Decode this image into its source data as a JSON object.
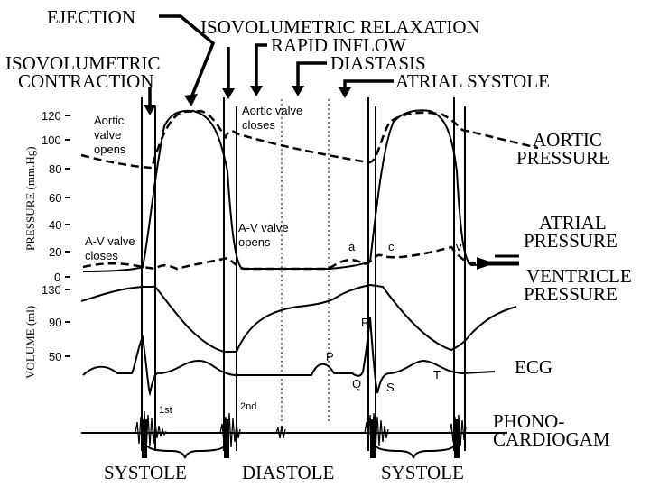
{
  "phases": {
    "ejection": "EJECTION",
    "isovolumetric_relaxation": "ISOVOLUMETRIC  RELAXATION",
    "rapid_inflow": "RAPID  INFLOW",
    "diastasis": "DIASTASIS",
    "isovolumetric_contraction_1": "ISOVOLUMETRIC",
    "isovolumetric_contraction_2": "CONTRACTION",
    "atrial_systole": "ATRIAL SYSTOLE"
  },
  "axes": {
    "pressure_label": "PRESSURE (mm.Hg)",
    "volume_label": "VOLUME (ml)",
    "pressure_ticks": [
      "120",
      "100",
      "80",
      "60",
      "40",
      "20",
      "0"
    ],
    "volume_ticks": [
      "130",
      "90",
      "50"
    ]
  },
  "annotations": {
    "aortic_valve_opens": [
      "Aortic",
      "valve",
      "opens"
    ],
    "aortic_valve_closes": [
      "Aortic valve",
      "closes"
    ],
    "av_valve_closes": [
      "A-V valve",
      "closes"
    ],
    "av_valve_opens": [
      "A-V valve",
      "opens"
    ],
    "wave_a": "a",
    "wave_c": "c",
    "wave_v": "v",
    "ecg_p": "P",
    "ecg_q": "Q",
    "ecg_r": "R",
    "ecg_s": "S",
    "ecg_t": "T",
    "sound_1st": "1st",
    "sound_2nd": "2nd"
  },
  "right_labels": {
    "aortic_pressure": [
      "AORTIC",
      "PRESSURE"
    ],
    "atrial_pressure": [
      "ATRIAL",
      "PRESSURE"
    ],
    "ventricle_pressure": [
      "VENTRICLE",
      "PRESSURE"
    ],
    "ecg": "ECG",
    "phonocardiogram": [
      "PHONO-",
      "CARDIOGAM"
    ]
  },
  "bottom_labels": {
    "systole_1": "SYSTOLE",
    "diastole": "DIASTOLE",
    "systole_2": "SYSTOLE"
  }
}
